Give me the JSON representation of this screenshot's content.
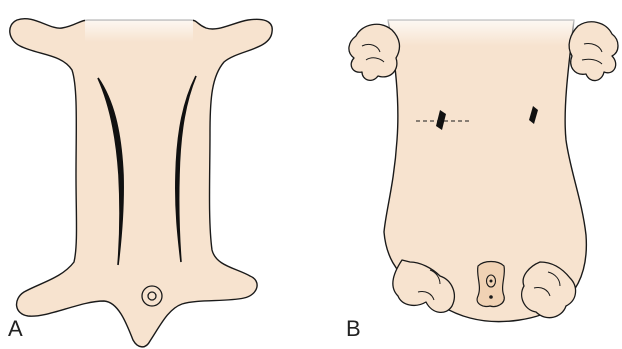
{
  "colors": {
    "skin": "#f7e3cf",
    "outline": "#1a1a1a",
    "nail": "#f0d2b4",
    "background": "#ffffff"
  },
  "panels": [
    {
      "id": "A",
      "label": "A"
    },
    {
      "id": "B",
      "label": "B"
    }
  ]
}
